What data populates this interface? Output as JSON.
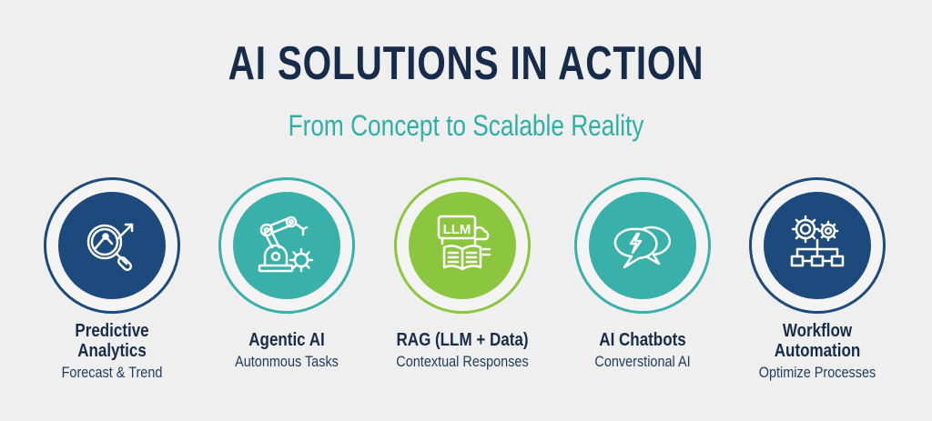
{
  "header": {
    "title": "AI SOLUTIONS IN ACTION",
    "subtitle": "From Concept to Scalable Reality"
  },
  "colors": {
    "navy": "#1d4a7c",
    "teal": "#39b0aa",
    "lime": "#8cc63f",
    "title": "#172c4a",
    "subtitle": "#2fb0a6",
    "background": "#efefef"
  },
  "solutions": [
    {
      "name": "Predictive Analytics",
      "name_line1": "Predictive",
      "name_line2": "Analytics",
      "desc": "Forecast & Trend",
      "icon": "magnifier-chart-icon",
      "color": "#1d4a7c"
    },
    {
      "name": "Agentic AI",
      "name_line1": "Agentic AI",
      "name_line2": "",
      "desc": "Autonmous Tasks",
      "icon": "robot-arm-gear-icon",
      "color": "#39b0aa"
    },
    {
      "name": "RAG (LLM + Data)",
      "name_line1": "RAG (LLM + Data)",
      "name_line2": "",
      "desc": "Contextual Responses",
      "icon": "llm-book-cloud-icon",
      "icon_text": "LLM",
      "color": "#8cc63f"
    },
    {
      "name": "AI Chatbots",
      "name_line1": "AI Chatbots",
      "name_line2": "",
      "desc": "Converstional AI",
      "icon": "chat-bubbles-lightning-icon",
      "color": "#39b0aa"
    },
    {
      "name": "Workflow Automation",
      "name_line1": "Workflow",
      "name_line2": "Automation",
      "desc": "Optimize Processes",
      "icon": "gears-flowchart-icon",
      "color": "#1d4a7c"
    }
  ]
}
